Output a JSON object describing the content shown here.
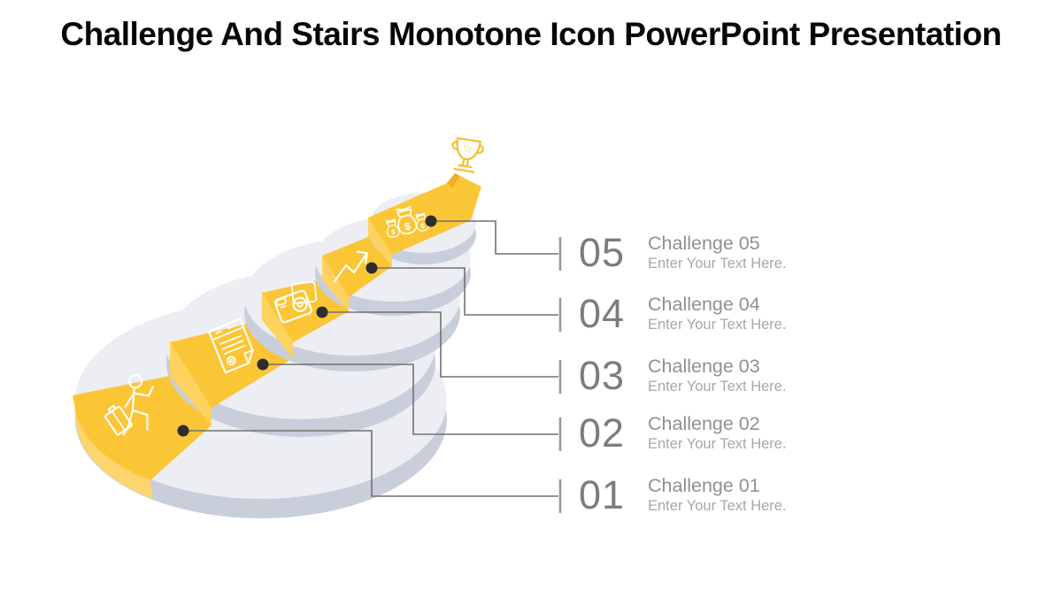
{
  "title": "Challenge And Stairs Monotone Icon PowerPoint Presentation",
  "diagram": {
    "type": "stairs-process",
    "top_icon": "trophy-icon",
    "steps": [
      {
        "number": "01",
        "icon": "running-businessman-icon",
        "title": "Challenge 01",
        "subtitle": "Enter Your Text Here."
      },
      {
        "number": "02",
        "icon": "document-certificate-icon",
        "title": "Challenge 02",
        "subtitle": "Enter Your Text Here."
      },
      {
        "number": "03",
        "icon": "wallet-icon",
        "title": "Challenge 03",
        "subtitle": "Enter Your Text Here."
      },
      {
        "number": "04",
        "icon": "growth-arrow-icon",
        "title": "Challenge 04",
        "subtitle": "Enter Your Text Here."
      },
      {
        "number": "05",
        "icon": "money-bags-icon",
        "title": "Challenge 05",
        "subtitle": "Enter Your Text Here."
      }
    ]
  },
  "colors": {
    "title": "#070707",
    "yellow": "#FBC636",
    "yellow-light": "#FDD25E",
    "yellow-side": "#FDD56E",
    "arrow-dark": "#EFAC24",
    "disc-top": "#ECEEF3",
    "disc-side": "#C8CEDA",
    "dot": "#2E2E2E",
    "line": "#707070",
    "tick": "#97999E",
    "num": "#7B7C80",
    "label": "#8F9094",
    "sub": "#A5A7AC",
    "trophy": "#F4BF2E"
  }
}
